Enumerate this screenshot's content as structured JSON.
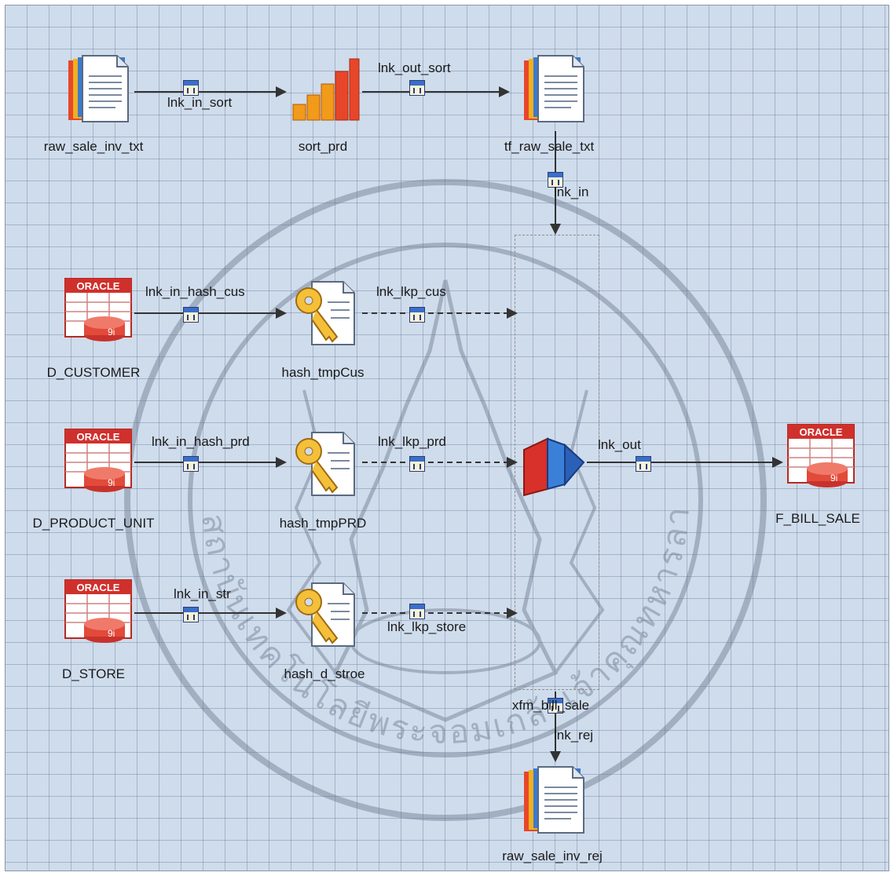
{
  "stages": {
    "raw_sale_inv_txt": "raw_sale_inv_txt",
    "sort_prd": "sort_prd",
    "tf_raw_sale_txt": "tf_raw_sale_txt",
    "d_customer": "D_CUSTOMER",
    "hash_tmpcus": "hash_tmpCus",
    "d_product_unit": "D_PRODUCT_UNIT",
    "hash_tmpprd": "hash_tmpPRD",
    "d_store": "D_STORE",
    "hash_d_stroe": "hash_d_stroe",
    "xfm_bill_sale": "xfm_bill_sale",
    "f_bill_sale": "F_BILL_SALE",
    "raw_sale_inv_rej": "raw_sale_inv_rej"
  },
  "links": {
    "lnk_in_sort": "lnk_in_sort",
    "lnk_out_sort": "lnk_out_sort",
    "lnk_in": "lnk_in",
    "lnk_in_hash_cus": "lnk_in_hash_cus",
    "lnk_lkp_cus": "lnk_lkp_cus",
    "lnk_in_hash_prd": "lnk_in_hash_prd",
    "lnk_lkp_prd": "lnk_lkp_prd",
    "lnk_out": "lnk_out",
    "lnk_in_str": "lnk_in_str",
    "lnk_lkp_store": "lnk_lkp_store",
    "lnk_rej": "lnk_rej"
  },
  "icons": {
    "sequential_file": "sequential-file-icon",
    "sort": "sort-stage-icon",
    "oracle": "oracle-database-icon",
    "hashed_file": "hashed-file-icon",
    "transformer": "transformer-icon",
    "link": "link-icon"
  },
  "watermark_text": "สถาบันเทคโนโลยีพระจอมเกล้าเจ้าคุณทหารลาดกระบัง",
  "oracle_badge": "ORACLE",
  "oracle_version": "9i",
  "colors": {
    "canvas": "#cfdcec",
    "grid": "#5f738c",
    "link": "#333333",
    "oracle_red": "#d0302c"
  }
}
